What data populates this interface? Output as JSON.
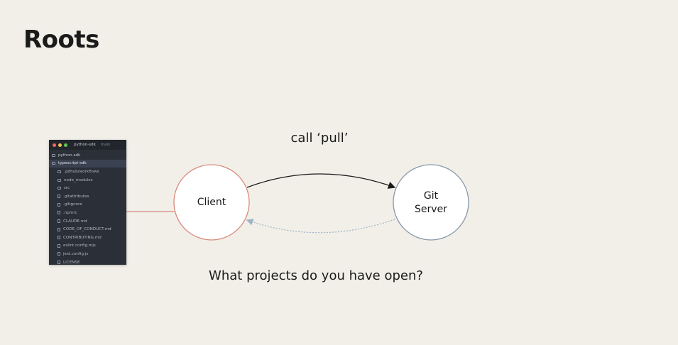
{
  "slide": {
    "title": "Roots"
  },
  "diagram": {
    "arrow_label": "call ‘pull’",
    "question": "What projects do you have open?",
    "client": {
      "label": "Client",
      "border_color": "#d98b7d"
    },
    "server": {
      "line1": "Git",
      "line2": "Server",
      "border_color": "#8898ab"
    }
  },
  "editor": {
    "window_title": "python-sdk",
    "branch": "main",
    "items": [
      {
        "label": "python-sdk",
        "kind": "root",
        "icon": "folder-icon"
      },
      {
        "label": "typescript-sdk",
        "kind": "root-selected",
        "icon": "folder-open-icon"
      },
      {
        "label": ".github/workflows",
        "kind": "child",
        "icon": "folder-icon"
      },
      {
        "label": "node_modules",
        "kind": "child",
        "icon": "folder-icon"
      },
      {
        "label": "src",
        "kind": "child",
        "icon": "folder-icon"
      },
      {
        "label": ".gitattributes",
        "kind": "child",
        "icon": "git-icon"
      },
      {
        "label": ".gitignore",
        "kind": "child",
        "icon": "git-icon"
      },
      {
        "label": ".npmrc",
        "kind": "child",
        "icon": "config-icon"
      },
      {
        "label": "CLAUDE.md",
        "kind": "child",
        "icon": "markdown-icon"
      },
      {
        "label": "CODE_OF_CONDUCT.md",
        "kind": "child",
        "icon": "markdown-icon"
      },
      {
        "label": "CONTRIBUTING.md",
        "kind": "child",
        "icon": "markdown-icon"
      },
      {
        "label": "eslint.config.mjs",
        "kind": "child",
        "icon": "eslint-icon"
      },
      {
        "label": "jest.config.js",
        "kind": "child",
        "icon": "js-icon"
      },
      {
        "label": "LICENSE",
        "kind": "child",
        "icon": "license-icon"
      }
    ]
  },
  "colors": {
    "background": "#f1efe8",
    "client_to_server_arrow": "#1a1a1a",
    "server_to_client_arrow": "#9fb3c8",
    "editor_link": "#d98b7d"
  }
}
